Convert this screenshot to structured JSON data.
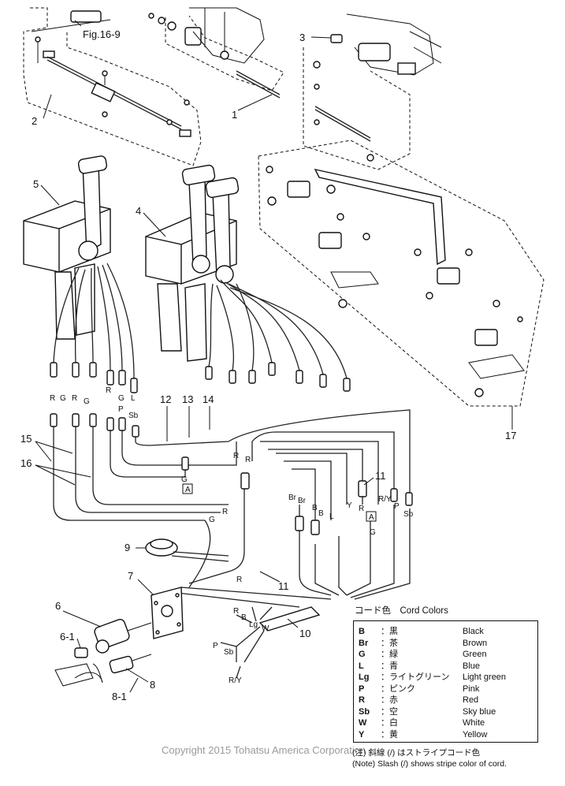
{
  "fig_ref": "Fig.16-9",
  "callouts": {
    "c1": "1",
    "c2": "2",
    "c3": "3",
    "c4": "4",
    "c5": "5",
    "c6": "6",
    "c6_1": "6-1",
    "c7": "7",
    "c8": "8",
    "c8_1": "8-1",
    "c9": "9",
    "c10": "10",
    "c11a": "11",
    "c11b": "11",
    "c12": "12",
    "c13": "13",
    "c14": "14",
    "c15": "15",
    "c16": "16",
    "c17": "17"
  },
  "wire_tags": {
    "r1": "R",
    "g1": "G",
    "r2": "R",
    "g2": "G",
    "r3": "R",
    "g3": "G",
    "p1": "P",
    "l1": "L",
    "sb1": "Sb",
    "a1": "A",
    "g4": "G",
    "r4": "R",
    "r5": "R",
    "br1": "Br",
    "br2": "Br",
    "b1": "B",
    "b2": "B",
    "l2": "L",
    "y1": "Y",
    "r6": "R",
    "ry1": "R/Y",
    "p2": "P",
    "sb2": "Sb",
    "a2": "A",
    "g5": "G",
    "g6": "G",
    "r7": "R",
    "r8": "R",
    "r9": "R",
    "b3": "B",
    "lg1": "Lg",
    "w1": "W",
    "p3": "P",
    "sb3": "Sb",
    "ry2": "R/Y"
  },
  "legend": {
    "title": "コード色　Cord Colors",
    "rows": [
      {
        "code": "B",
        "jp": "：黒",
        "en": "Black"
      },
      {
        "code": "Br",
        "jp": "：茶",
        "en": "Brown"
      },
      {
        "code": "G",
        "jp": "：緑",
        "en": "Green"
      },
      {
        "code": "L",
        "jp": "：青",
        "en": "Blue"
      },
      {
        "code": "Lg",
        "jp": "：ライトグリーン",
        "en": "Light green"
      },
      {
        "code": "P",
        "jp": "：ピンク",
        "en": "Pink"
      },
      {
        "code": "R",
        "jp": "：赤",
        "en": "Red"
      },
      {
        "code": "Sb",
        "jp": "：空",
        "en": "Sky blue"
      },
      {
        "code": "W",
        "jp": "：白",
        "en": "White"
      },
      {
        "code": "Y",
        "jp": "：黄",
        "en": "Yellow"
      }
    ]
  },
  "note_jp": "(注) 斜線 (/) はストライプコード色",
  "note_en": "(Note)  Slash (/) shows stripe color of cord.",
  "copyright": "Copyright 2015 Tohatsu America Corporation"
}
